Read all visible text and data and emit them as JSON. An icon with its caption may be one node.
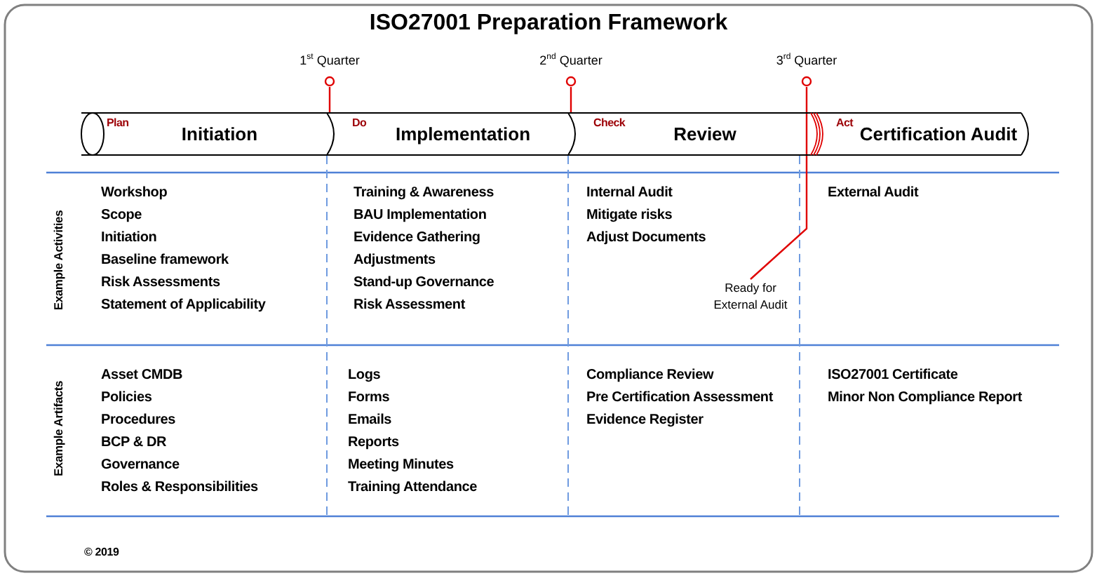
{
  "diagram": {
    "title": "ISO27001 Preparation Framework",
    "nodes": [
      {
        "text": [
          "Plan",
          "Initiation"
        ]
      },
      {
        "text": [
          "Do",
          "Implementation"
        ]
      },
      {
        "text": [
          "Check",
          "Review"
        ]
      },
      {
        "text": [
          "Act",
          "Certification Audit"
        ]
      },
      {
        "text": [
          "1$^{st}$ Quarter"
        ]
      },
      {
        "text": [
          "2$^{nd}$ Quarter"
        ]
      },
      {
        "text": [
          "3$^{rd}$ Quarter"
        ]
      },
      {
        "text": [
          "Ready for External Audit"
        ]
      }
    ],
    "edges": [
      {
        "from": 7,
        "to": 6,
        "arrow": "none"
      },
      {
        "from": 4,
        "to": 1,
        "arrow": "none"
      },
      {
        "from": 5,
        "to": 2,
        "arrow": "none"
      }
    ],
    "labels": [
      "Example Activities",
      "Workshop",
      "Scope",
      "Initiation",
      "Baseline framework",
      "Risk Assessments",
      "Statement of Applicability",
      "Training & Awareness",
      "BAU Implementation",
      "Evidence Gathering",
      "Adjustments",
      "Stand-up Governance",
      "Risk Assessment",
      "Internal Audit",
      "Mitigate risks",
      "Adjust Documents",
      "External Audit",
      "Example Artifacts",
      "Asset CMDB",
      "Policies",
      "Procedures",
      "BCP & DR",
      "Governance",
      "Roles & Responsibilities",
      "Logs",
      "Forms",
      "Emails",
      "Reports",
      "Meeting Minutes",
      "Training Attendance",
      "Compliance Review",
      "Pre Certification Assessment",
      "Evidence Register",
      "ISO27001 Certificate",
      "Minor Non Compliance Report",
      "© 2019"
    ]
  }
}
